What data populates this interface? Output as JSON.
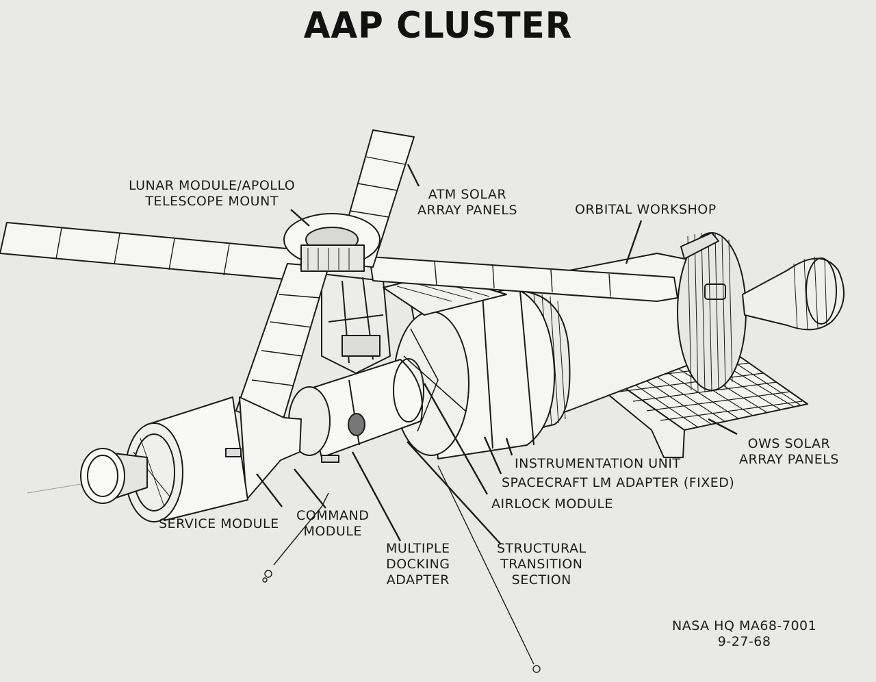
{
  "title": "AAP CLUSTER",
  "labels": {
    "lm_atm": [
      "LUNAR MODULE/APOLLO",
      "TELESCOPE MOUNT"
    ],
    "atm_solar": [
      "ATM SOLAR",
      "ARRAY PANELS"
    ],
    "orbital_workshop": "ORBITAL WORKSHOP",
    "ows_solar": [
      "OWS SOLAR",
      "ARRAY PANELS"
    ],
    "instrumentation_unit": "INSTRUMENTATION UNIT",
    "slm_adapter": "SPACECRAFT LM ADAPTER (FIXED)",
    "airlock_module": "AIRLOCK MODULE",
    "service_module": "SERVICE MODULE",
    "command_module": [
      "COMMAND",
      "MODULE"
    ],
    "mda": [
      "MULTIPLE",
      "DOCKING",
      "ADAPTER"
    ],
    "sts": [
      "STRUCTURAL",
      "TRANSITION",
      "SECTION"
    ]
  },
  "caption": [
    "NASA HQ MA68-7001",
    "9-27-68"
  ]
}
